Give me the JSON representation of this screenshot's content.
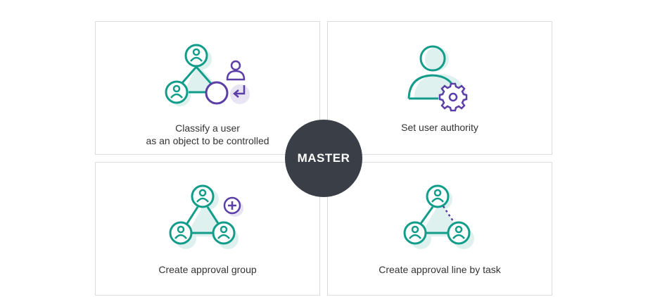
{
  "center": {
    "label": "MASTER"
  },
  "cards": {
    "classify": {
      "line1": "Classify a user",
      "line2": "as an object to be controlled"
    },
    "authority": {
      "label": "Set user authority"
    },
    "group": {
      "label": "Create approval group"
    },
    "line": {
      "label": "Create approval line by task"
    }
  },
  "colors": {
    "teal": "#129c8a",
    "purple": "#5b3fa6",
    "shadow": "#dff1ee",
    "shadow_purple": "#e8e4f2",
    "border": "#dcdcdc",
    "center_bg": "#3a3f47"
  }
}
